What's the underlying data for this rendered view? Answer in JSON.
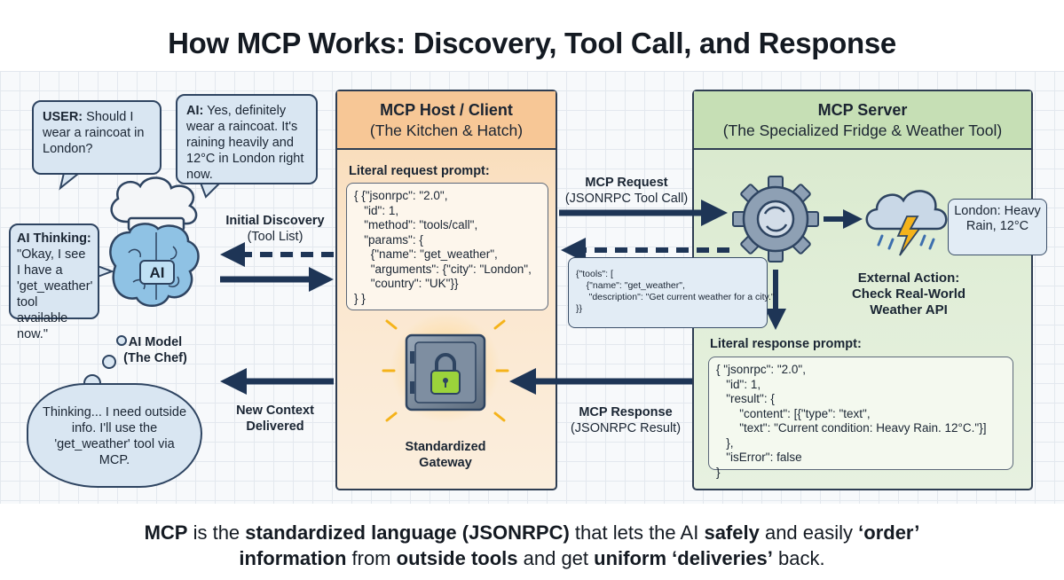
{
  "title": "How MCP Works: Discovery, Tool Call, and Response",
  "user_bubble": {
    "speaker": "USER:",
    "text": "Should I wear a raincoat in London?"
  },
  "ai_bubble": {
    "speaker": "AI:",
    "text": "Yes, definitely wear a raincoat. It's raining heavily and 12°C in London right now."
  },
  "ai_thinking": {
    "speaker": "AI Thinking:",
    "text": "\"Okay, I see I have a 'get_weather' tool available now.\""
  },
  "brain_label": "AI",
  "model_label": {
    "line1": "AI Model",
    "line2": "(The Chef)"
  },
  "thought_cloud": "Thinking... I need outside info. I'll use the 'get_weather' tool via MCP.",
  "arrows": {
    "initial_discovery": {
      "title": "Initial Discovery",
      "sub": "(Tool List)"
    },
    "new_context": {
      "line1": "New Context",
      "line2": "Delivered"
    },
    "mcp_request": {
      "title": "MCP Request",
      "sub": "(JSONRPC Tool Call)"
    },
    "mcp_response": {
      "title": "MCP Response",
      "sub": "(JSONRPC Result)"
    }
  },
  "host": {
    "title": "MCP Host / Client",
    "subtitle": "(The Kitchen & Hatch)",
    "request_label": "Literal request prompt:",
    "request_code": "{ {\"jsonrpc\": \"2.0\",\n   \"id\": 1,\n   \"method\": \"tools/call\",\n   \"params\": {\n     {\"name\": \"get_weather\",\n     \"arguments\": {\"city\": \"London\",\n     \"country\": \"UK\"}}\n} }",
    "gateway_label": {
      "line1": "Standardized",
      "line2": "Gateway"
    }
  },
  "tools_list": "{\"tools\": [\n    {\"name\": \"get_weather\",\n     \"description\": \"Get current weather for a city.\"\n}}",
  "server": {
    "title": "MCP Server",
    "subtitle": "(The Specialized Fridge & Weather Tool)",
    "weather_note": "London: Heavy Rain, 12°C",
    "external_action": {
      "line1": "External Action:",
      "line2": "Check Real-World",
      "line3": "Weather API"
    },
    "response_label": "Literal response prompt:",
    "response_code": "{ \"jsonrpc\": \"2.0\",\n   \"id\": 1,\n   \"result\": {\n       \"content\": [{\"type\": \"text\",\n       \"text\": \"Current condition: Heavy Rain. 12°C.\"}]\n   },\n   \"isError\": false\n}"
  },
  "footer": {
    "parts": [
      {
        "text": "MCP",
        "bold": true
      },
      {
        "text": " is the ",
        "bold": false
      },
      {
        "text": "standardized language (JSONRPC)",
        "bold": true
      },
      {
        "text": " that lets the AI ",
        "bold": false
      },
      {
        "text": "safely",
        "bold": true
      },
      {
        "text": " and easily ",
        "bold": false
      },
      {
        "text": "‘order’",
        "bold": true
      },
      {
        "text": "\n",
        "bold": false
      },
      {
        "text": "information",
        "bold": true
      },
      {
        "text": " from ",
        "bold": false
      },
      {
        "text": "outside tools",
        "bold": true
      },
      {
        "text": " and get ",
        "bold": false
      },
      {
        "text": "uniform ‘deliveries’",
        "bold": true
      },
      {
        "text": " back.",
        "bold": false
      }
    ]
  },
  "colors": {
    "arrow": "#1e3556",
    "host_fill": "#f8d9b3",
    "server_fill": "#d7e8cb",
    "bubble_fill": "#d9e6f2",
    "lightning": "#f5b31a",
    "lock": "#9bd33b"
  },
  "icons": [
    "brain-icon",
    "chef-hat-icon",
    "gear-icon",
    "rain-cloud-icon",
    "lightning-icon",
    "safe-lock-icon"
  ]
}
